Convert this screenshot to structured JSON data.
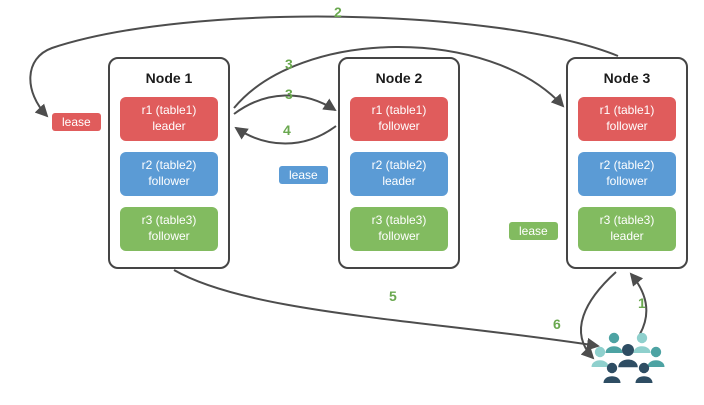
{
  "nodes": [
    {
      "title": "Node 1",
      "replicas": [
        {
          "name": "r1 (table1)",
          "role": "leader",
          "color": "red"
        },
        {
          "name": "r2 (table2)",
          "role": "follower",
          "color": "blue"
        },
        {
          "name": "r3 (table3)",
          "role": "follower",
          "color": "green"
        }
      ]
    },
    {
      "title": "Node 2",
      "replicas": [
        {
          "name": "r1 (table1)",
          "role": "follower",
          "color": "red"
        },
        {
          "name": "r2 (table2)",
          "role": "leader",
          "color": "blue"
        },
        {
          "name": "r3 (table3)",
          "role": "follower",
          "color": "green"
        }
      ]
    },
    {
      "title": "Node 3",
      "replicas": [
        {
          "name": "r1 (table1)",
          "role": "follower",
          "color": "red"
        },
        {
          "name": "r2 (table2)",
          "role": "follower",
          "color": "blue"
        },
        {
          "name": "r3 (table3)",
          "role": "leader",
          "color": "green"
        }
      ]
    }
  ],
  "leases": [
    {
      "label": "lease",
      "color": "red"
    },
    {
      "label": "lease",
      "color": "blue"
    },
    {
      "label": "lease",
      "color": "green"
    }
  ],
  "steps": [
    {
      "id": "2"
    },
    {
      "id": "3"
    },
    {
      "id": "3"
    },
    {
      "id": "4"
    },
    {
      "id": "5"
    },
    {
      "id": "6"
    },
    {
      "id": "1"
    }
  ],
  "icons": {
    "users": "users-icon"
  },
  "colors": {
    "red": "#e05c5c",
    "blue": "#5b9bd5",
    "green": "#82bb60",
    "step_label": "#6aa84f",
    "arrow": "#4d4d4d"
  }
}
